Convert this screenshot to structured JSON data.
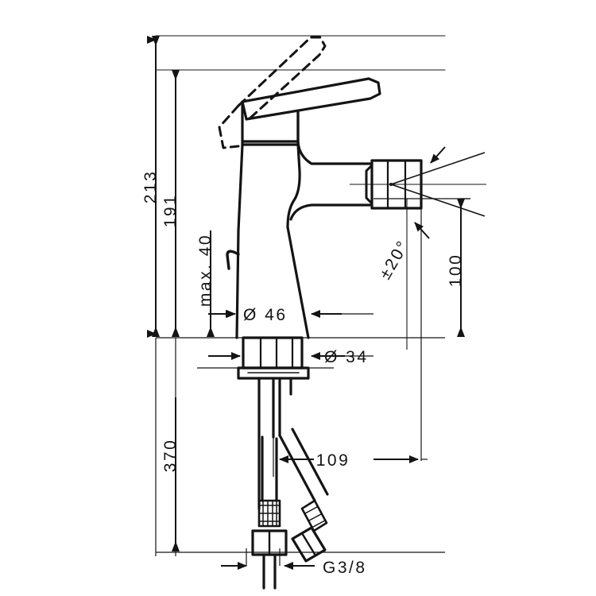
{
  "drawing": {
    "title": "Single-lever basin mixer dimensional drawing",
    "product": "single-lever basin mixer",
    "background_color": "#ffffff",
    "line_color": "#141414",
    "units": "mm"
  },
  "dimensions": {
    "height_total": "213",
    "height_spout": "191",
    "max_deck_thickness": "max. 40",
    "body_diameter": "Ø 46",
    "shank_diameter": "Ø 34",
    "hose_length": "370",
    "spout_reach": "109",
    "spout_height": "100",
    "swivel_angle": "±20°",
    "thread_size": "G3/8"
  },
  "dimension_list": [
    {
      "id": "d-213",
      "label": "213",
      "kind": "vertical",
      "value": 213
    },
    {
      "id": "d-191",
      "label": "191",
      "kind": "vertical",
      "value": 191
    },
    {
      "id": "d-max40",
      "label": "max. 40",
      "kind": "vertical",
      "value": 40
    },
    {
      "id": "d-d46",
      "label": "Ø 46",
      "kind": "diameter",
      "value": 46
    },
    {
      "id": "d-d34",
      "label": "Ø 34",
      "kind": "diameter",
      "value": 34
    },
    {
      "id": "d-370",
      "label": "370",
      "kind": "vertical",
      "value": 370
    },
    {
      "id": "d-109",
      "label": "109",
      "kind": "horizontal",
      "value": 109
    },
    {
      "id": "d-100",
      "label": "100",
      "kind": "vertical",
      "value": 100
    },
    {
      "id": "d-angle",
      "label": "±20°",
      "kind": "angle",
      "value": 20
    },
    {
      "id": "d-g38",
      "label": "G3/8",
      "kind": "thread",
      "value": null
    }
  ]
}
